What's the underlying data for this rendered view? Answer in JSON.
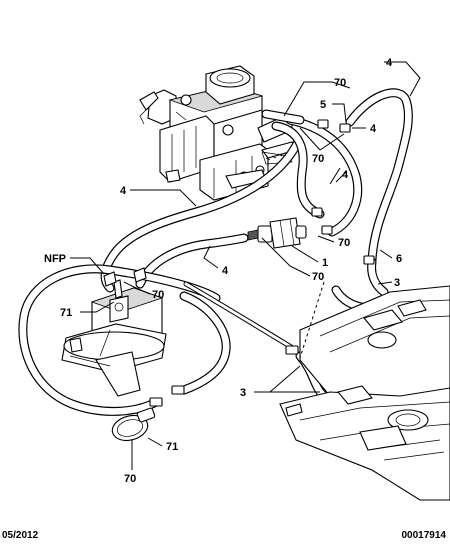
{
  "callouts": {
    "c_4_top_right": "4",
    "c_70_top": "70",
    "c_5": "5",
    "c_4_right_a": "4",
    "c_70_mid": "70",
    "c_4_right_b": "4",
    "c_4_left": "4",
    "c_70_filter": "70",
    "c_nfp": "NFP",
    "c_4_center": "4",
    "c_1": "1",
    "c_6": "6",
    "c_70_pump_top": "70",
    "c_70_lower": "70",
    "c_3_right": "3",
    "c_71_pump": "71",
    "c_3_lower": "3",
    "c_71_clip": "71",
    "c_70_bottom": "70"
  },
  "footer": {
    "date": "05/2012",
    "ref": "00017914"
  }
}
